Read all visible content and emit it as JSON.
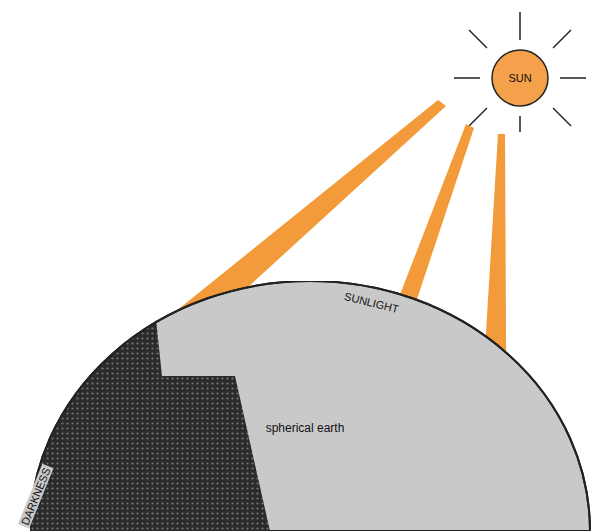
{
  "diagram": {
    "nodes": [
      {
        "text": [
          "SUN"
        ]
      },
      {
        "text": [
          "spherical earth"
        ]
      }
    ],
    "labels": [
      "SUNLIGHT",
      "DARKNESS"
    ]
  }
}
